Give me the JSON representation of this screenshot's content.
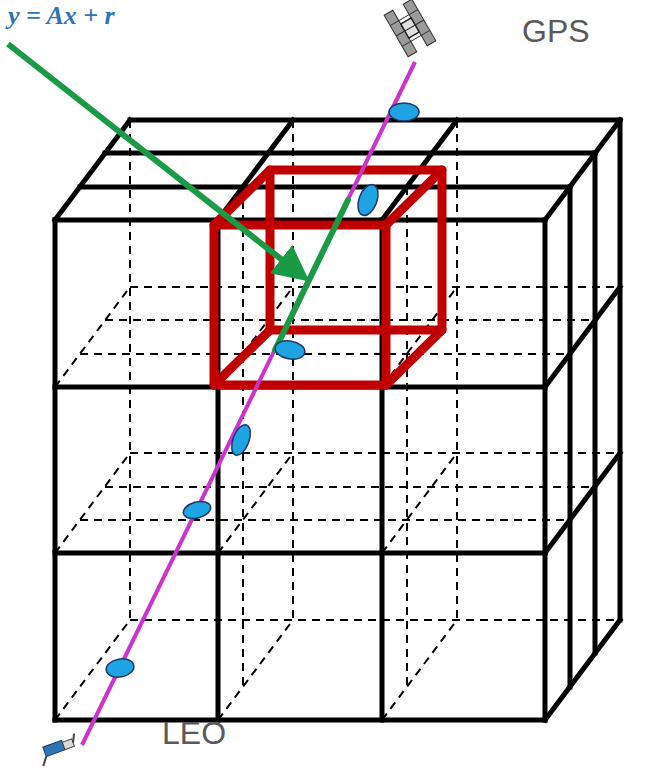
{
  "diagram": {
    "labels": [
      "y = Ax + r",
      "GPS",
      "LEO"
    ]
  }
}
